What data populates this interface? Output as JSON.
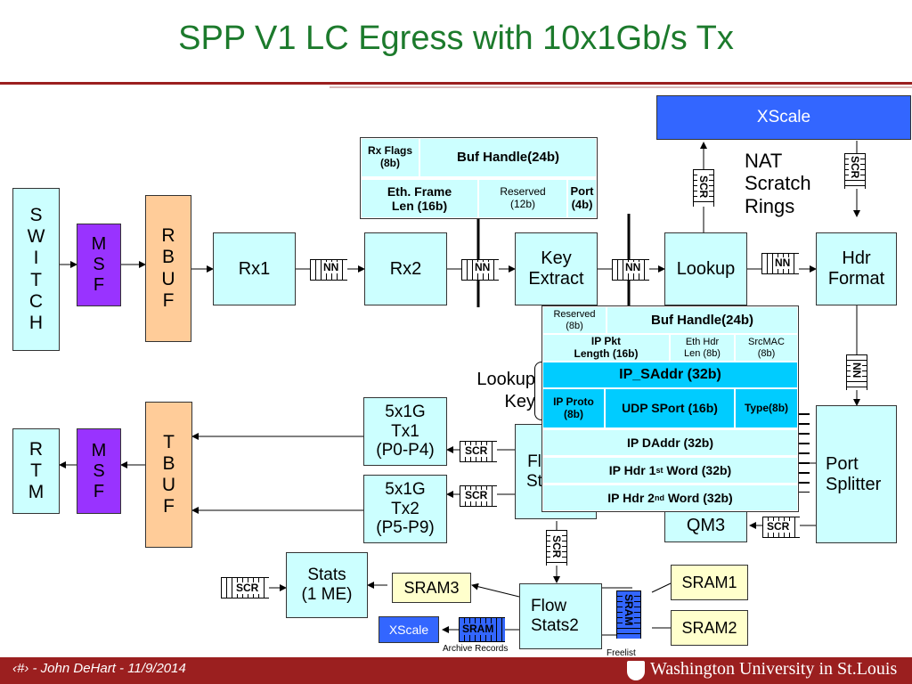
{
  "title": "SPP V1 LC Egress with 10x1Gb/s Tx",
  "blocks": {
    "xscale_top": "XScale",
    "nat_label": "NAT\nScratch\nRings",
    "switch": "S\nW\nI\nT\nC\nH",
    "msf_top": "M\nS\nF",
    "rbuf": "R\nB\nU\nF",
    "rx1": "Rx1",
    "rx2": "Rx2",
    "key_extract": "Key\nExtract",
    "lookup": "Lookup",
    "hdr_format": "Hdr\nFormat",
    "rtm": "R\nT\nM",
    "msf_bottom": "M\nS\nF",
    "tbuf": "T\nB\nU\nF",
    "tx1": "5x1G\nTx1\n(P0-P4)",
    "tx2": "5x1G\nTx2\n(P5-P9)",
    "flow_stats1_partial": "Fl\nSt",
    "lookup_key": "Lookup\nKey",
    "port_splitter": "Port\nSplitter",
    "qm3": "QM3",
    "stats": "Stats\n(1 ME)",
    "sram3": "SRAM3",
    "flow_stats2": "Flow\nStats2",
    "sram1": "SRAM1",
    "sram2": "SRAM2",
    "xscale_bottom": "XScale",
    "archive_records": "Archive Records",
    "freelist": "Freelist"
  },
  "rings": {
    "nn": "NN",
    "scr": "SCR",
    "sram": "SRAM"
  },
  "fields_top": {
    "rx_flags": "Rx Flags\n(8b)",
    "buf_handle": "Buf Handle(24b)",
    "eth_frame_len": "Eth. Frame\nLen (16b)",
    "reserved": "Reserved\n(12b)",
    "port": "Port\n(4b)"
  },
  "fields_key": {
    "reserved": "Reserved\n(8b)",
    "buf_handle": "Buf Handle(24b)",
    "ip_pkt_len": "IP Pkt\nLength (16b)",
    "eth_hdr_len": "Eth Hdr\nLen (8b)",
    "srcmac": "SrcMAC\n(8b)",
    "ip_saddr": "IP_SAddr (32b)",
    "ip_proto": "IP Proto\n(8b)",
    "udp_sport": "UDP SPort (16b)",
    "type": "Type(8b)",
    "ip_daddr": "IP DAddr (32b)",
    "ip_hdr1": "IP Hdr 1",
    "ip_hdr2": "IP Hdr 2",
    "sup1": "st",
    "sup2": "nd",
    "word": " Word (32b)"
  },
  "footer": {
    "left": "‹#› - John DeHart - 11/9/2014",
    "right": "Washington University in St.Louis"
  },
  "colors": {
    "title": "#1c7a2c",
    "footer": "#9b1f1f",
    "block": "#ccffff",
    "msf": "#9933ff",
    "buf": "#ffcc99",
    "xscale": "#3366ff",
    "highlight": "#00ccff"
  }
}
